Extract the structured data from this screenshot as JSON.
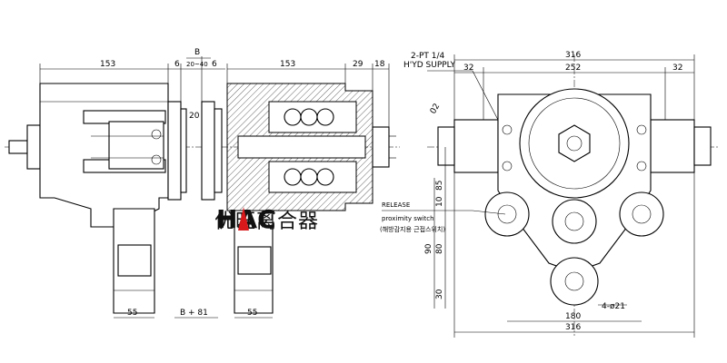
{
  "logo": {
    "mark_text": "HAC",
    "company_name": "优旺离合器",
    "accent_color": "#d7191c"
  },
  "dimensions": {
    "left_width": "153",
    "gap_6a": "6",
    "b_label": "B",
    "b_range": "20~40",
    "gap_6b": "6",
    "center_width": "153",
    "d29": "29",
    "d18": "18",
    "d20": "20",
    "base_55_left": "55",
    "b_plus_81": "B + 81",
    "base_55_right": "55",
    "total_316_top": "316",
    "d32_left": "32",
    "d252": "252",
    "d32_right": "32",
    "d180": "180",
    "total_316_bottom": "316",
    "hole_dia": "4-ø21",
    "d02": "02",
    "v85": "85",
    "v10": "10",
    "v90": "90",
    "v80": "80",
    "v30": "30"
  },
  "annotations": {
    "supply_line1": "2-PT 1/4",
    "supply_line2": "H'YD SUPPLY",
    "release": "RELEASE",
    "proximity": "proximity switch",
    "korean_note": "(해방감지용 근접스위치)"
  }
}
